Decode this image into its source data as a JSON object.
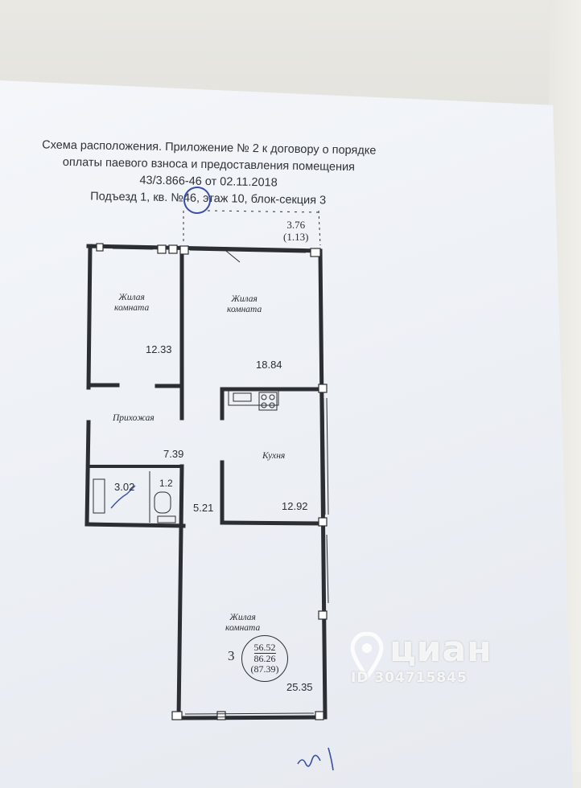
{
  "document": {
    "header_lines": [
      "Схема расположения. Приложение № 2 к договору о порядке",
      "оплаты паевого взноса и предоставления помещения",
      "43/3.866-46 от 02.11.2018",
      "Подъезд 1, кв. №46, этаж 10, блок-секция 3"
    ]
  },
  "balcony": {
    "area": "3.76",
    "area_coef": "(1.13)"
  },
  "rooms": {
    "living1": {
      "name_line1": "Жилая",
      "name_line2": "комната",
      "area": "12.33"
    },
    "living2": {
      "name_line1": "Жилая",
      "name_line2": "комната",
      "area": "18.84"
    },
    "hall": {
      "name": "Прихожая",
      "area": "7.39"
    },
    "bath": {
      "area": "3.02"
    },
    "wc": {
      "area": "1.2"
    },
    "corridor": {
      "area": "5.21"
    },
    "kitchen": {
      "name": "Кухня",
      "area": "12.92"
    },
    "living3": {
      "name_line1": "Жилая",
      "name_line2": "комната",
      "area": "25.35"
    }
  },
  "summary": {
    "rooms_count": "3",
    "living_area": "56.52",
    "total_area": "86.26",
    "total_with_balcony": "(87.39)"
  },
  "watermark": {
    "brand": "циан",
    "listing_id": "ID 304715845"
  },
  "colors": {
    "ink": "#2b2e33",
    "pen": "#3a4ea8",
    "paper": "#eef1f6"
  }
}
